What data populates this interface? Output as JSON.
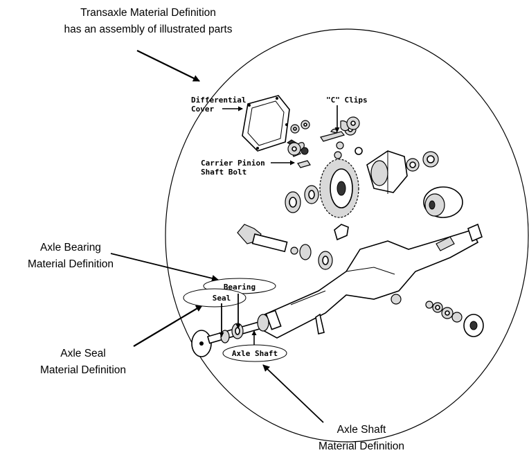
{
  "callouts": {
    "transaxle_line1": "Transaxle Material Definition",
    "transaxle_line2": "has an assembly of illustrated parts",
    "axle_bearing_line1": "Axle Bearing",
    "axle_bearing_line2": "Material Definition",
    "axle_seal_line1": "Axle Seal",
    "axle_seal_line2": "Material Definition",
    "axle_shaft_line1": "Axle Shaft",
    "axle_shaft_line2": "Material Definition"
  },
  "part_labels": {
    "differential_cover_line1": "Differential",
    "differential_cover_line2": "Cover",
    "c_clips": "\"C\" Clips",
    "carrier_pinion_line1": "Carrier Pinion",
    "carrier_pinion_line2": "Shaft Bolt",
    "bearing": "Bearing",
    "seal": "Seal",
    "axle_shaft": "Axle Shaft"
  }
}
